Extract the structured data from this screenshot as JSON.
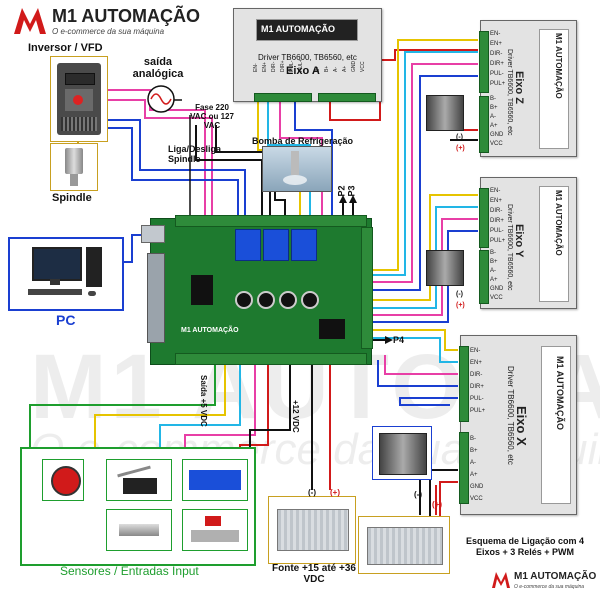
{
  "brand": {
    "logo_text": "M1 AUTOMAÇÃO",
    "tagline": "O e-commerce da sua máquina"
  },
  "labels": {
    "inverter": "Inversor / VFD",
    "analog_out": "saída analógica",
    "phase": "Fase 220 VAC ou 127 VAC",
    "spindle_switch": "Liga/Desliga Spindle",
    "coolant": "Bomba de Refrigeração",
    "spindle": "Spindle",
    "pc": "PC",
    "p2": "P2",
    "p3": "P3",
    "p4": "P4",
    "out5v": "Saída +5 VDC",
    "out12v": "+12 VDC",
    "sensors": "Sensores / Entradas Input",
    "psu": "Fonte +15 até +36 VDC",
    "neg": "(-)",
    "pos": "(+)",
    "summary": "Esquema de Ligação com 4 Eixos + 3 Relés + PWM"
  },
  "drivers": [
    {
      "id": "a",
      "axis": "Eixo A",
      "model": "Driver TB6600, TB6560, etc"
    },
    {
      "id": "z",
      "axis": "Eixo Z",
      "model": "Driver TB6600, TB6560, etc"
    },
    {
      "id": "y",
      "axis": "Eixo Y",
      "model": "Driver TB6600, TB6560, etc"
    },
    {
      "id": "x",
      "axis": "Eixo X",
      "model": "Driver TB6600, TB6560, etc"
    }
  ],
  "driver_pins": {
    "signal": [
      "EN-",
      "EN+",
      "DIR-",
      "DIR+",
      "PUL-",
      "PUL+"
    ],
    "power": [
      "B-",
      "B+",
      "A-",
      "A+",
      "GND",
      "VCC"
    ]
  },
  "colors": {
    "green": "#1e9e2e",
    "red": "#d11a1a",
    "blue": "#1a3fd1",
    "pink": "#e83fa6",
    "yellow": "#e6c400",
    "cyan": "#22b6e6",
    "purple": "#8a4fd1",
    "black": "#111111",
    "board": "#1e7a2f"
  }
}
